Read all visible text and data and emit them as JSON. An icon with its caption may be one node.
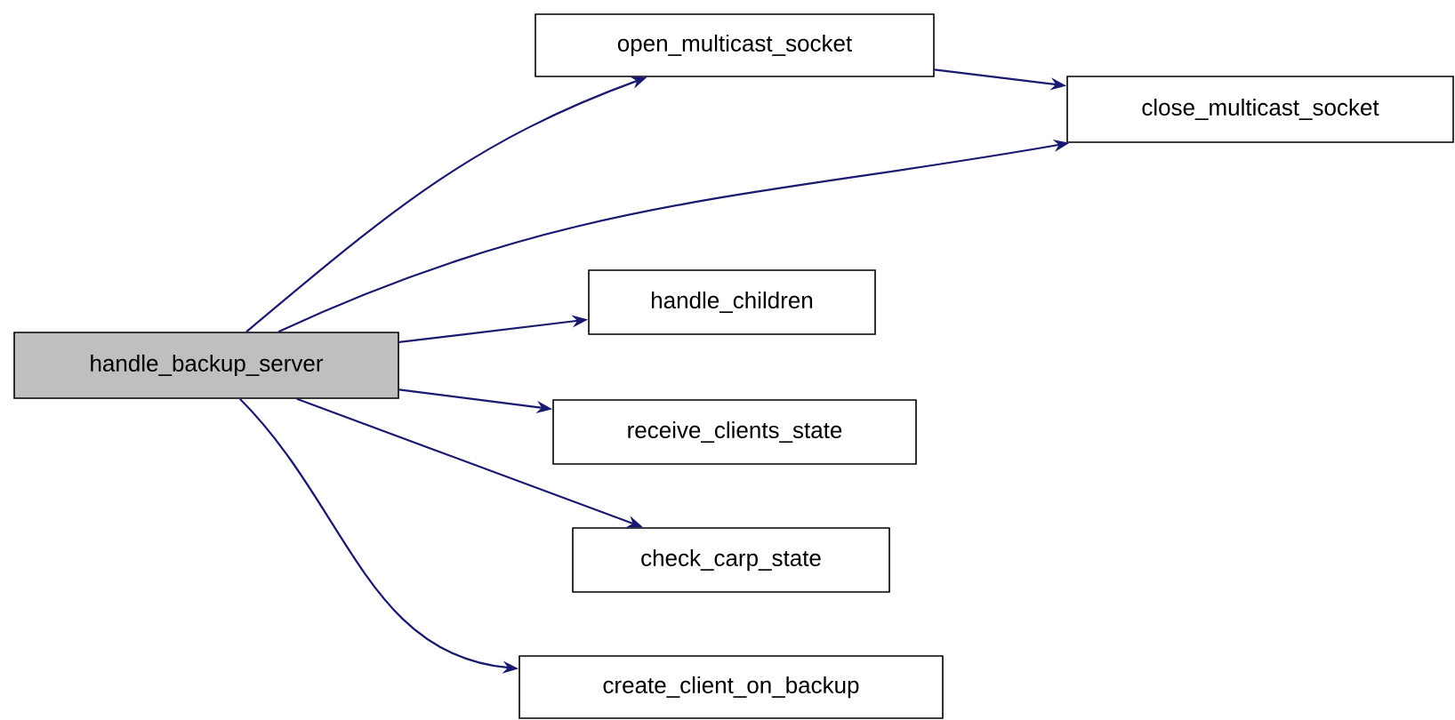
{
  "diagram": {
    "nodes": [
      {
        "text": [
          "handle_backup_server"
        ]
      },
      {
        "text": [
          "open_multicast_socket"
        ]
      },
      {
        "text": [
          "close_multicast_socket"
        ]
      },
      {
        "text": [
          "handle_children"
        ]
      },
      {
        "text": [
          "receive_clients_state"
        ]
      },
      {
        "text": [
          "check_carp_state"
        ]
      },
      {
        "text": [
          "create_client_on_backup"
        ]
      }
    ],
    "edges": [
      {
        "from": 0,
        "to": 1,
        "arrow": "to"
      },
      {
        "from": 0,
        "to": 2,
        "arrow": "to"
      },
      {
        "from": 0,
        "to": 3,
        "arrow": "to"
      },
      {
        "from": 0,
        "to": 4,
        "arrow": "to"
      },
      {
        "from": 0,
        "to": 5,
        "arrow": "to"
      },
      {
        "from": 0,
        "to": 6,
        "arrow": "to"
      },
      {
        "from": 1,
        "to": 2,
        "arrow": "to"
      }
    ]
  }
}
